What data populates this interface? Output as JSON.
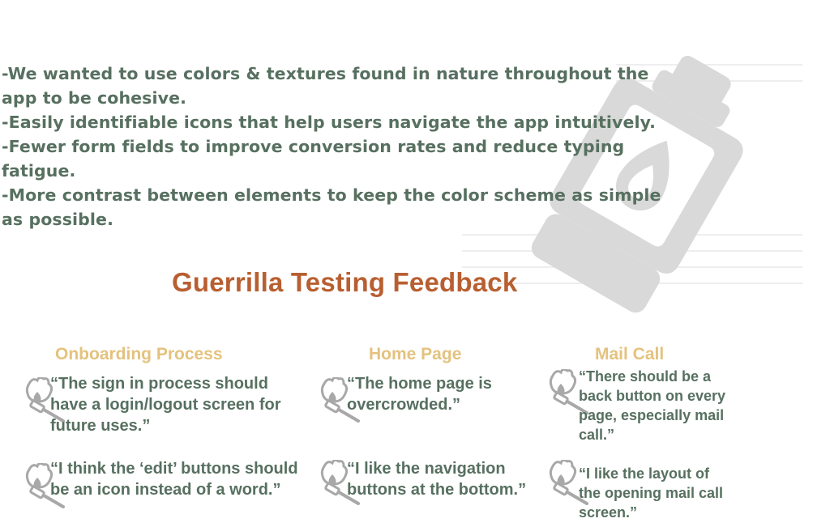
{
  "bullets": [
    "-We wanted to use colors & textures found in nature throughout the",
    "app to be cohesive.",
    "-Easily identifiable icons that help users navigate the app intuitively.",
    "-Fewer form fields to improve conversion rates and reduce typing",
    "fatigue.",
    "-More contrast between elements to keep the color scheme as simple",
    "as possible."
  ],
  "section_title": "Guerrilla Testing Feedback",
  "columns": [
    {
      "heading": "Onboarding Process",
      "quotes": [
        [
          "“The sign in process should",
          "have a login/logout screen for",
          "future uses.”"
        ],
        [
          "“I think the ‘edit’ buttons should",
          "be an icon instead of a word.”"
        ]
      ]
    },
    {
      "heading": "Home Page",
      "quotes": [
        [
          "“The home page is",
          "overcrowded.”"
        ],
        [
          "“I like the navigation",
          "buttons at the bottom.”"
        ]
      ]
    },
    {
      "heading": "Mail Call",
      "quotes": [
        [
          "“There should be a",
          "back button on every",
          "page, especially mail",
          "call.”"
        ],
        [
          "“I like the layout of",
          "the opening mail call",
          "screen.”"
        ]
      ]
    }
  ],
  "colors": {
    "body_text": "#577060",
    "title": "#b85f31",
    "column_heading": "#e4c27e",
    "watermark": "#d9d9d9",
    "icon": "#a8a8a8"
  },
  "icons": {
    "watermark": "lantern-icon",
    "quote_marker": "torch-icon"
  }
}
